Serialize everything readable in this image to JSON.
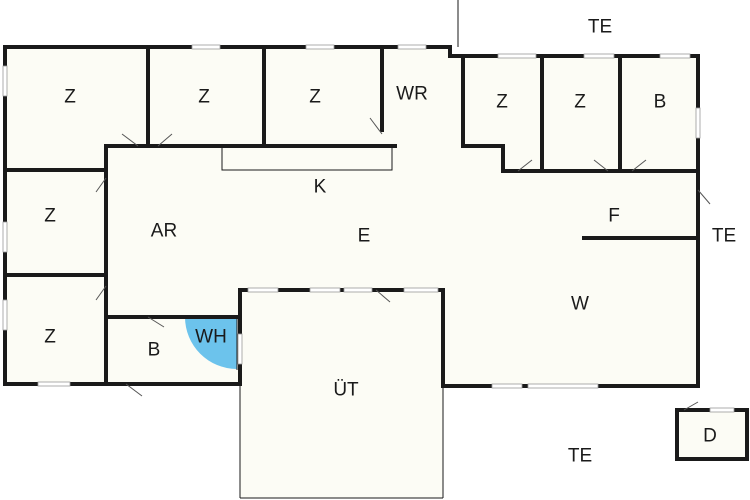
{
  "rooms": [
    {
      "id": "z1",
      "label": "Z"
    },
    {
      "id": "z2",
      "label": "Z"
    },
    {
      "id": "z3",
      "label": "Z"
    },
    {
      "id": "wr",
      "label": "WR"
    },
    {
      "id": "z4",
      "label": "Z"
    },
    {
      "id": "z5",
      "label": "Z"
    },
    {
      "id": "b1",
      "label": "B"
    },
    {
      "id": "te-top",
      "label": "TE"
    },
    {
      "id": "k",
      "label": "K"
    },
    {
      "id": "z6",
      "label": "Z"
    },
    {
      "id": "ar",
      "label": "AR"
    },
    {
      "id": "e",
      "label": "E"
    },
    {
      "id": "f",
      "label": "F"
    },
    {
      "id": "te-right",
      "label": "TE"
    },
    {
      "id": "w",
      "label": "W"
    },
    {
      "id": "z7",
      "label": "Z"
    },
    {
      "id": "wh",
      "label": "WH"
    },
    {
      "id": "b2",
      "label": "B"
    },
    {
      "id": "ut",
      "label": "ÜT"
    },
    {
      "id": "d",
      "label": "D"
    },
    {
      "id": "te-bottom",
      "label": "TE"
    }
  ],
  "colors": {
    "wall": "#1a1a1a",
    "floor": "#fcfcf5",
    "shower": "#6cc3ec"
  }
}
